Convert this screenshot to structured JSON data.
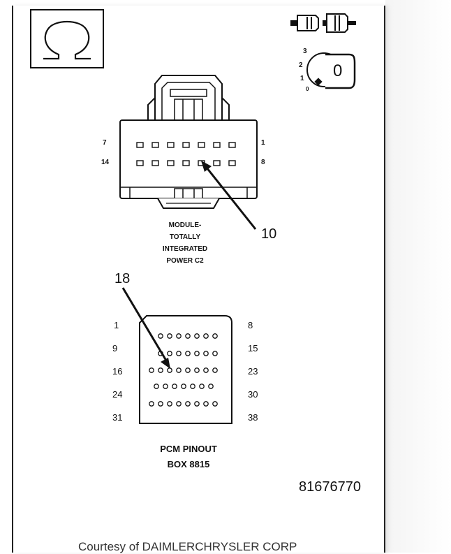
{
  "icons": {
    "ohm": "ohm-symbol-icon",
    "connector": "connector-unplugged-icon",
    "ignition": "ignition-key-off-icon"
  },
  "ignition": {
    "positions": [
      "3",
      "2",
      "1",
      "0"
    ],
    "key_label": "0"
  },
  "tip_connector": {
    "pin_left_top": "7",
    "pin_right_top": "1",
    "pin_left_bottom": "14",
    "pin_right_bottom": "8",
    "callout": "10",
    "caption": [
      "MODULE-",
      "TOTALLY",
      "INTEGRATED",
      "POWER C2"
    ]
  },
  "pcm": {
    "rows_left": [
      "1",
      "9",
      "16",
      "24",
      "31"
    ],
    "rows_right": [
      "8",
      "15",
      "23",
      "30",
      "38"
    ],
    "callout": "18",
    "caption": [
      "PCM PINOUT",
      "BOX 8815"
    ]
  },
  "doc_number": "81676770",
  "courtesy": "Courtesy of DAIMLERCHRYSLER CORP"
}
